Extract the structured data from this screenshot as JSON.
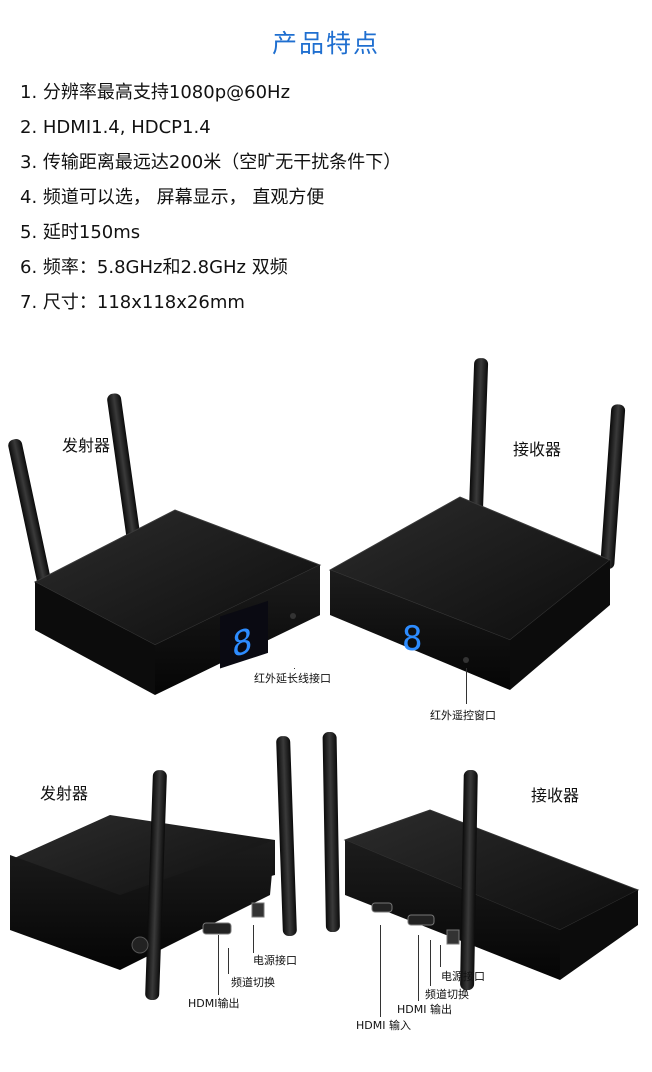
{
  "title": "产品特点",
  "features": [
    "1. 分辨率最高支持1080p@60Hz",
    "2. HDMI1.4, HDCP1.4",
    "3. 传输距离最远达200米（空旷无干扰条件下）",
    "4. 频道可以选， 屏幕显示， 直观方便",
    "5. 延时150ms",
    "6. 频率：5.8GHz和2.8GHz 双频",
    "7. 尺寸：118x118x26mm"
  ],
  "top_section": {
    "transmitter_label": "发射器",
    "receiver_label": "接收器",
    "ir_extension_label": "红外延长线接口",
    "ir_window_label": "红外遥控窗口",
    "display_digit": "8"
  },
  "bottom_section": {
    "transmitter_label": "发射器",
    "receiver_label": "接收器",
    "tx_power_port": "电源接口",
    "tx_channel_switch": "频道切换",
    "tx_hdmi_output": "HDMI输出",
    "rx_power_port": "电源接口",
    "rx_channel_switch": "频道切换",
    "rx_hdmi_output": "HDMI 输出",
    "rx_hdmi_input": "HDMI 输入"
  },
  "colors": {
    "title": "#1f6fd0",
    "digit": "#2d8cff",
    "device": "#151515"
  }
}
